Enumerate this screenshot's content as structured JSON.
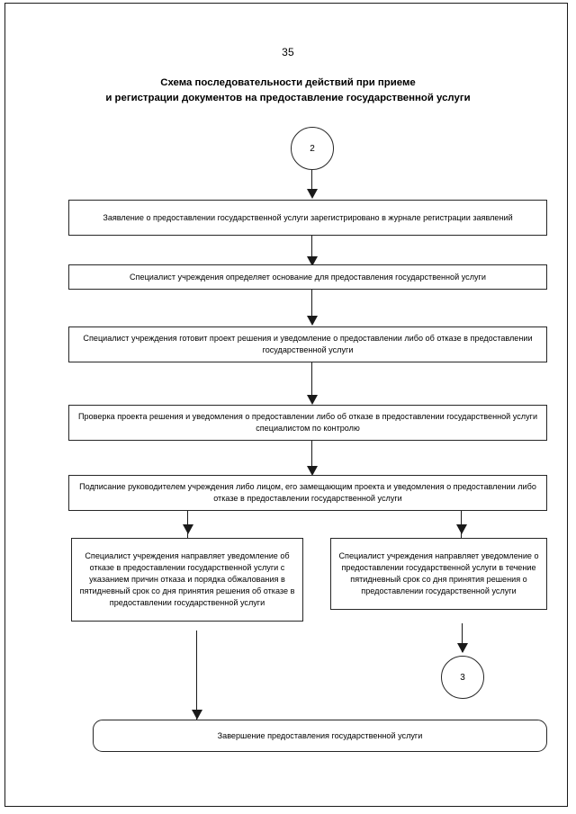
{
  "document": {
    "page_number": "35",
    "title_line_1": "Схема последовательности действий при приеме",
    "title_line_2": "и регистрации документов на предоставление государственной услуги"
  },
  "chart_data": {
    "type": "diagram",
    "diagram_kind": "flowchart",
    "orientation": "top-to-bottom",
    "title": "Схема последовательности действий при приеме и регистрации документов на предоставление государственной услуги",
    "nodes": [
      {
        "id": "conn-2",
        "shape": "circle",
        "label": "2",
        "role": "off-page-connector-in"
      },
      {
        "id": "n1",
        "shape": "rectangle",
        "label": "Заявление о предоставлении государственной услуги зарегистрировано в журнале регистрации заявлений"
      },
      {
        "id": "n2",
        "shape": "rectangle",
        "label": "Специалист учреждения определяет основание для предоставления государственной услуги"
      },
      {
        "id": "n3",
        "shape": "rectangle",
        "label": "Специалист учреждения готовит проект решения и уведомление о предоставлении либо об отказе в предоставлении государственной услуги"
      },
      {
        "id": "n4",
        "shape": "rectangle",
        "label": "Проверка проекта решения и уведомления о предоставлении либо об отказе в предоставлении государственной услуги специалистом по контролю"
      },
      {
        "id": "n5",
        "shape": "rectangle",
        "label": "Подписание руководителем учреждения либо лицом, его замещающим проекта и уведомления о предоставлении либо отказе в предоставлении государственной услуги"
      },
      {
        "id": "n6-left",
        "shape": "rectangle",
        "label": "Специалист учреждения направляет уведомление об отказе в предоставлении государственной услуги с указанием причин отказа и порядка обжалования в пятидневный срок со дня принятия решения об отказе в предоставлении государственной услуги"
      },
      {
        "id": "n6-right",
        "shape": "rectangle",
        "label": "Специалист учреждения направляет уведомление о предоставлении государственной услуги  в течение пятидневный срок со дня принятия решения о предоставлении государственной услуги"
      },
      {
        "id": "conn-3",
        "shape": "circle",
        "label": "3",
        "role": "off-page-connector-out"
      },
      {
        "id": "n7",
        "shape": "rounded-rectangle",
        "label": "Завершение предоставления государственной услуги"
      }
    ],
    "edges": [
      {
        "from": "conn-2",
        "to": "n1",
        "style": "arrow"
      },
      {
        "from": "n1",
        "to": "n2",
        "style": "arrow"
      },
      {
        "from": "n2",
        "to": "n3",
        "style": "arrow"
      },
      {
        "from": "n3",
        "to": "n4",
        "style": "arrow"
      },
      {
        "from": "n4",
        "to": "n5",
        "style": "arrow"
      },
      {
        "from": "n5",
        "to": "n6-left",
        "style": "arrow"
      },
      {
        "from": "n5",
        "to": "n6-right",
        "style": "arrow"
      },
      {
        "from": "n6-left",
        "to": "n7",
        "style": "arrow"
      },
      {
        "from": "n6-right",
        "to": "conn-3",
        "style": "arrow"
      }
    ]
  }
}
